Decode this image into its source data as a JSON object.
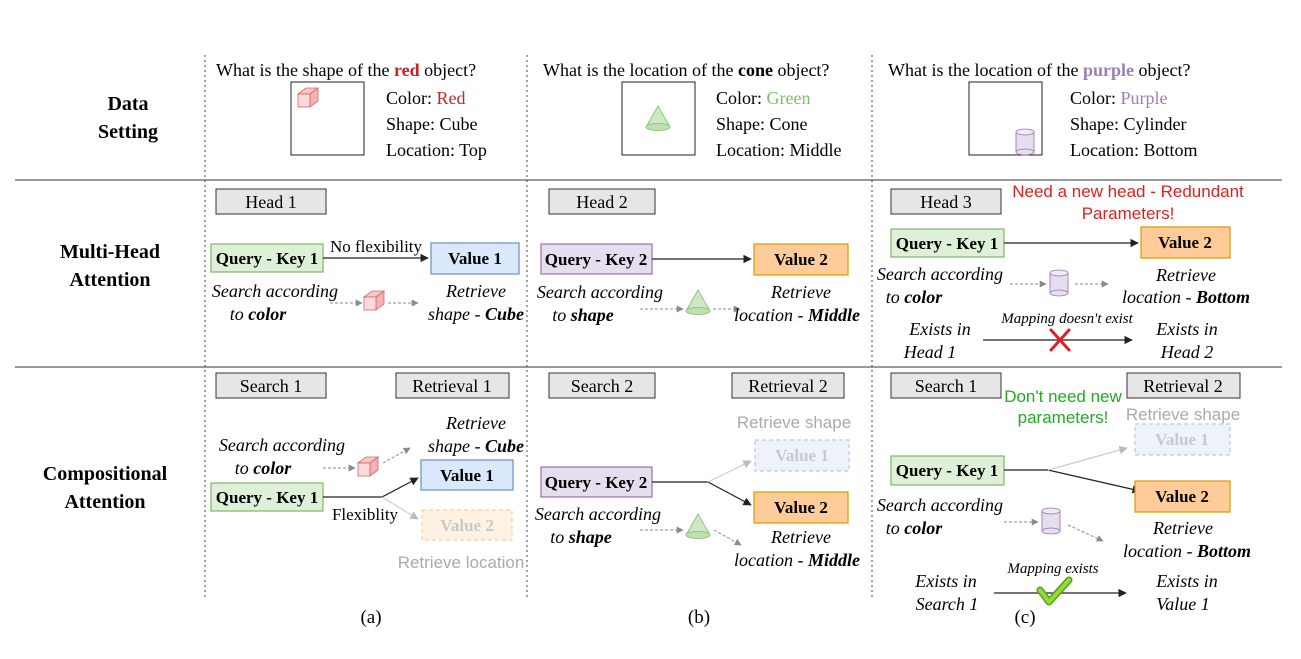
{
  "row_labels": {
    "data_setting": [
      "Data",
      "Setting"
    ],
    "multi_head": [
      "Multi-Head",
      "Attention"
    ],
    "compositional": [
      "Compositional",
      "Attention"
    ]
  },
  "colors": {
    "red": "#cc2222",
    "green": "#7dbf6a",
    "purple": "#9b7fb8",
    "green_box": "#dff0d8",
    "purple_box": "#e6ddef",
    "blue_box": "#dae8fc",
    "orange_box": "#ffcc99",
    "gray_label": "#e6e6e6",
    "faded": "#aaaaaa",
    "error": "#e02020",
    "check": "#6fc21a"
  },
  "panel_a": {
    "question": {
      "before": "What is the shape of the ",
      "keyword": "red",
      "after": " object?"
    },
    "props": {
      "color_label": "Color: ",
      "color_value": "Red",
      "shape": "Shape: Cube",
      "location": "Location: Top"
    },
    "mh": {
      "head": "Head 1",
      "query": "Query - Key 1",
      "arrow_label": "No flexibility",
      "value": "Value 1",
      "search_1": "Search according",
      "search_2_pre": "to ",
      "search_2_bold": "color",
      "retrieve_1": "Retrieve",
      "retrieve_2_pre": "shape - ",
      "retrieve_2_bold": "Cube"
    },
    "comp": {
      "search_head": "Search 1",
      "retrieval_head": "Retrieval 1",
      "search_1": "Search according",
      "search_2_pre": "to ",
      "search_2_bold": "color",
      "retrieve_1": "Retrieve",
      "retrieve_2_pre": "shape - ",
      "retrieve_2_bold": "Cube",
      "value": "Value 1",
      "query": "Query - Key 1",
      "flex": "Flexiblity",
      "faded_value": "Value 2",
      "faded_retrieve": "Retrieve location"
    },
    "caption": "(a)"
  },
  "panel_b": {
    "question": {
      "before": "What is the location of the ",
      "keyword": "cone",
      "after": " object?"
    },
    "props": {
      "color_label": "Color: ",
      "color_value": "Green",
      "shape": "Shape: Cone",
      "location": "Location: Middle"
    },
    "mh": {
      "head": "Head 2",
      "query": "Query - Key 2",
      "value": "Value 2",
      "search_1": "Search according",
      "search_2_pre": "to ",
      "search_2_bold": "shape",
      "retrieve_1": "Retrieve",
      "retrieve_2_pre": "location - ",
      "retrieve_2_bold": "Middle"
    },
    "comp": {
      "search_head": "Search 2",
      "retrieval_head": "Retrieval 2",
      "faded_retrieve": "Retrieve shape",
      "faded_value": "Value 1",
      "query": "Query - Key 2",
      "value": "Value 2",
      "search_1": "Search according",
      "search_2_pre": "to ",
      "search_2_bold": "shape",
      "retrieve_1": "Retrieve",
      "retrieve_2_pre": "location - ",
      "retrieve_2_bold": "Middle"
    },
    "caption": "(b)"
  },
  "panel_c": {
    "question": {
      "before": "What is the location of the ",
      "keyword": "purple",
      "after": " object?"
    },
    "props": {
      "color_label": "Color: ",
      "color_value": "Purple",
      "shape": "Shape: Cylinder",
      "location": "Location: Bottom"
    },
    "mh": {
      "head": "Head 3",
      "note_1": "Need a new head - Redundant",
      "note_2": "Parameters!",
      "query": "Query - Key 1",
      "value": "Value 2",
      "search_1": "Search according",
      "search_2_pre": "to ",
      "search_2_bold": "color",
      "retrieve_1": "Retrieve",
      "retrieve_2_pre": "location - ",
      "retrieve_2_bold": "Bottom",
      "exists_left_1": "Exists in",
      "exists_left_2": "Head 1",
      "mapping": "Mapping doesn't exist",
      "exists_right_1": "Exists in",
      "exists_right_2": "Head 2"
    },
    "comp": {
      "search_head": "Search 1",
      "retrieval_head": "Retrieval 2",
      "note_1": "Don't need new",
      "note_2": "parameters!",
      "faded_retrieve": "Retrieve shape",
      "faded_value": "Value 1",
      "query": "Query - Key 1",
      "value": "Value 2",
      "search_1": "Search according",
      "search_2_pre": "to ",
      "search_2_bold": "color",
      "retrieve_1": "Retrieve",
      "retrieve_2_pre": "location - ",
      "retrieve_2_bold": "Bottom",
      "exists_left_1": "Exists in",
      "exists_left_2": "Search 1",
      "mapping": "Mapping exists",
      "exists_right_1": "Exists in",
      "exists_right_2": "Value 1"
    },
    "caption": "(c)"
  }
}
